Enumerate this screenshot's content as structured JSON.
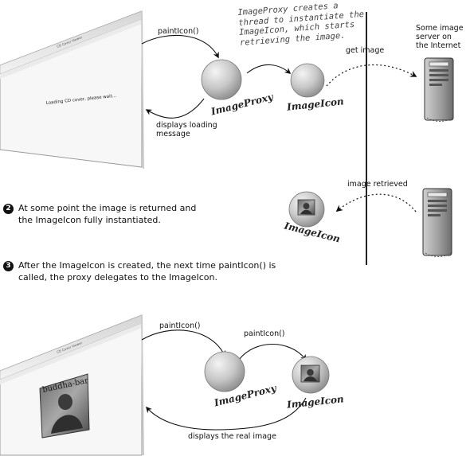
{
  "top": {
    "note_lines": [
      "ImageProxy creates a",
      "thread to instantiate the",
      "ImageIcon, which starts",
      "retrieving the image."
    ],
    "paint_icon": "paintIcon()",
    "get_image": "get image",
    "server_lines": [
      "Some image",
      "server on",
      "the Internet"
    ],
    "displays_loading": [
      "displays loading",
      "message"
    ],
    "window_title": "CD Cover Viewer",
    "loading_text": "Loading CD cover, please wait...",
    "proxy_label": "ImageProxy",
    "icon_label": "ImageIcon"
  },
  "middle": {
    "step2_number": "2",
    "step2_lines": [
      "At some point the image is returned and",
      "the ImageIcon fully instantiated."
    ],
    "image_retrieved": "image retrieved",
    "icon_label": "ImageIcon"
  },
  "step3": {
    "number": "3",
    "lines": [
      "After the ImageIcon is created, the next time paintIcon() is",
      "called, the proxy delegates to the ImageIcon."
    ]
  },
  "bottom": {
    "paint_icon_1": "paintIcon()",
    "paint_icon_2": "paintIcon()",
    "window_title": "CD Cover Viewer",
    "cover_text": "buddha-bar",
    "displays_real": "displays the real image",
    "proxy_label": "ImageProxy",
    "icon_label": "ImageIcon"
  },
  "colors": {
    "orb_light": "#eeeeee",
    "orb_dark": "#9a9a9a",
    "ink": "#222222"
  }
}
